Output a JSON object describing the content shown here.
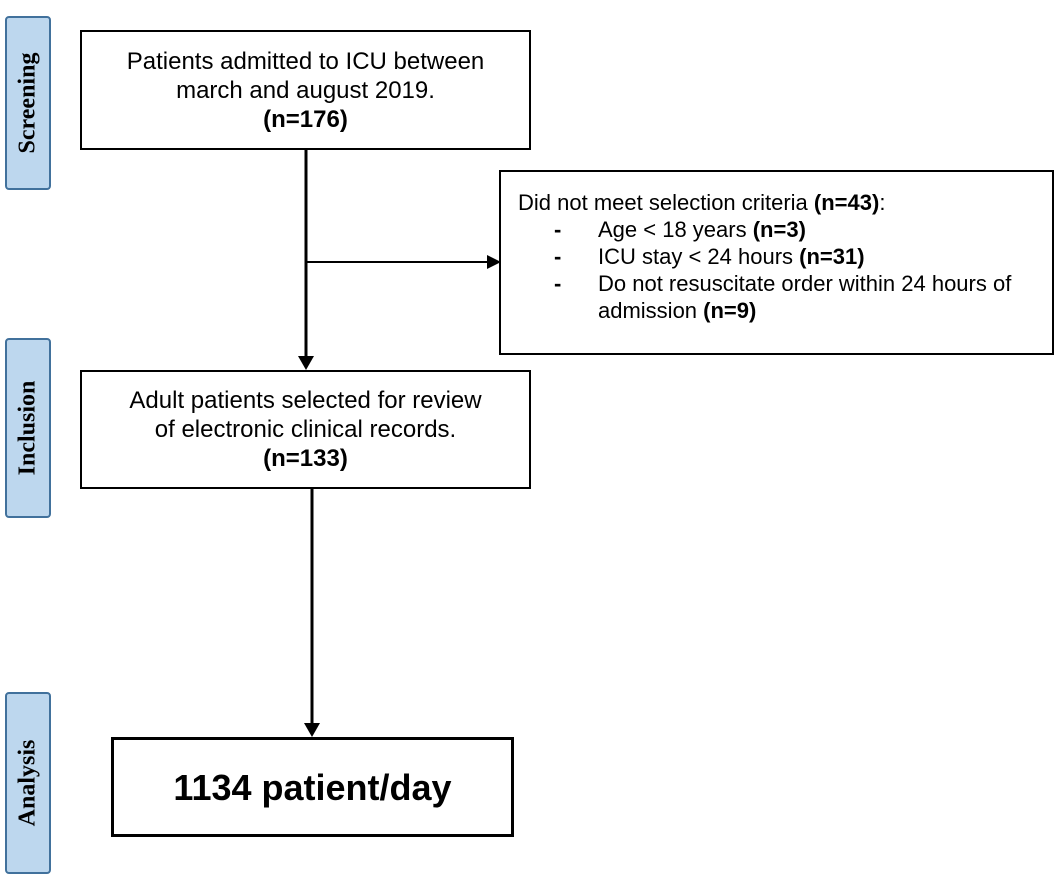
{
  "stages": {
    "screening": "Screening",
    "inclusion": "Inclusion",
    "analysis": "Analysis"
  },
  "screening_box": {
    "line1": "Patients admitted to ICU between",
    "line2": "march and august 2019.",
    "count": "(n=176)"
  },
  "exclusion_box": {
    "heading": "Did not meet selection criteria ",
    "heading_count": "(n=43)",
    "heading_suffix": ":",
    "items": [
      {
        "text": "Age < 18 years ",
        "count": "(n=3)"
      },
      {
        "text": "ICU stay < 24 hours ",
        "count": "(n=31)"
      },
      {
        "text": "Do not resuscitate order within 24 hours of admission ",
        "count": "(n=9)"
      }
    ],
    "bullet": "-"
  },
  "inclusion_box": {
    "line1": "Adult patients selected for review",
    "line2": "of electronic clinical records.",
    "count": "(n=133)"
  },
  "analysis_box": {
    "text": "1134 patient/day"
  },
  "colors": {
    "stage_fill": "#bdd7ee",
    "stage_border": "#41719c",
    "line": "#000000"
  }
}
